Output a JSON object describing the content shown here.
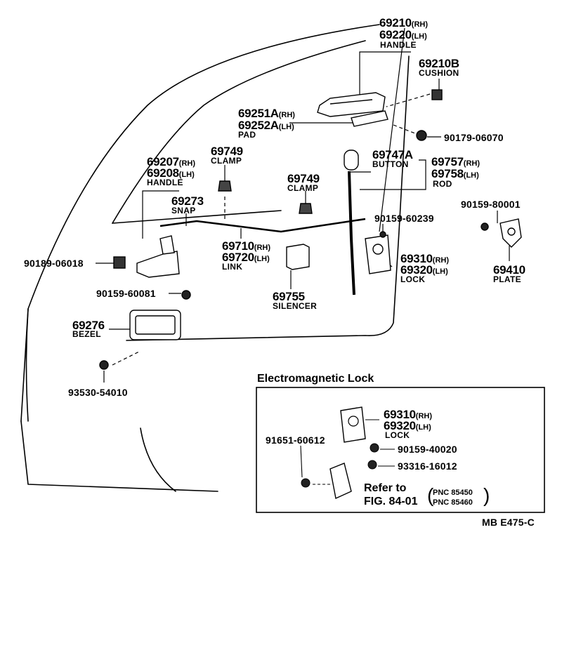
{
  "labels": {
    "handle_outer_rh": "69210",
    "handle_outer_lh": "69220",
    "handle_outer_name": "HANDLE",
    "cushion_pn": "69210B",
    "cushion_name": "CUSHION",
    "pad_rh": "69251A",
    "pad_lh": "69252A",
    "pad_name": "PAD",
    "screw_90179": "90179-06070",
    "clamp1_pn": "69749",
    "clamp1_name": "CLAMP",
    "button_pn": "69747A",
    "button_name": "BUTTON",
    "rod_rh": "69757",
    "rod_lh": "69758",
    "rod_name": "ROD",
    "handle_inner_rh": "69207",
    "handle_inner_lh": "69208",
    "handle_inner_name": "HANDLE",
    "clamp2_pn": "69749",
    "clamp2_name": "CLAMP",
    "snap_pn": "69273",
    "snap_name": "SNAP",
    "screw_90159_60239": "90159-60239",
    "screw_90159_80001": "90159-80001",
    "link_rh": "69710",
    "link_lh": "69720",
    "link_name": "LINK",
    "lock_rh": "69310",
    "lock_lh": "69320",
    "lock_name": "LOCK",
    "plate_pn": "69410",
    "plate_name": "PLATE",
    "clip_90189": "90189-06018",
    "silencer_pn": "69755",
    "silencer_name": "SILENCER",
    "screw_90159_60081": "90159-60081",
    "bezel_pn": "69276",
    "bezel_name": "BEZEL",
    "screw_93530": "93530-54010",
    "rh": "(RH)",
    "lh": "(LH)"
  },
  "em_box": {
    "title": "Electromagnetic Lock",
    "lock_rh": "69310",
    "lock_lh": "69320",
    "lock_name": "LOCK",
    "bolt_91651": "91651-60612",
    "screw_90159_40020": "90159-40020",
    "nut_93316": "93316-16012",
    "refer_to": "Refer to",
    "fig_ref": "FIG. 84-01",
    "pnc1": "PNC 85450",
    "pnc2": "PNC 85460"
  },
  "footer_code": "MB  E475-C"
}
